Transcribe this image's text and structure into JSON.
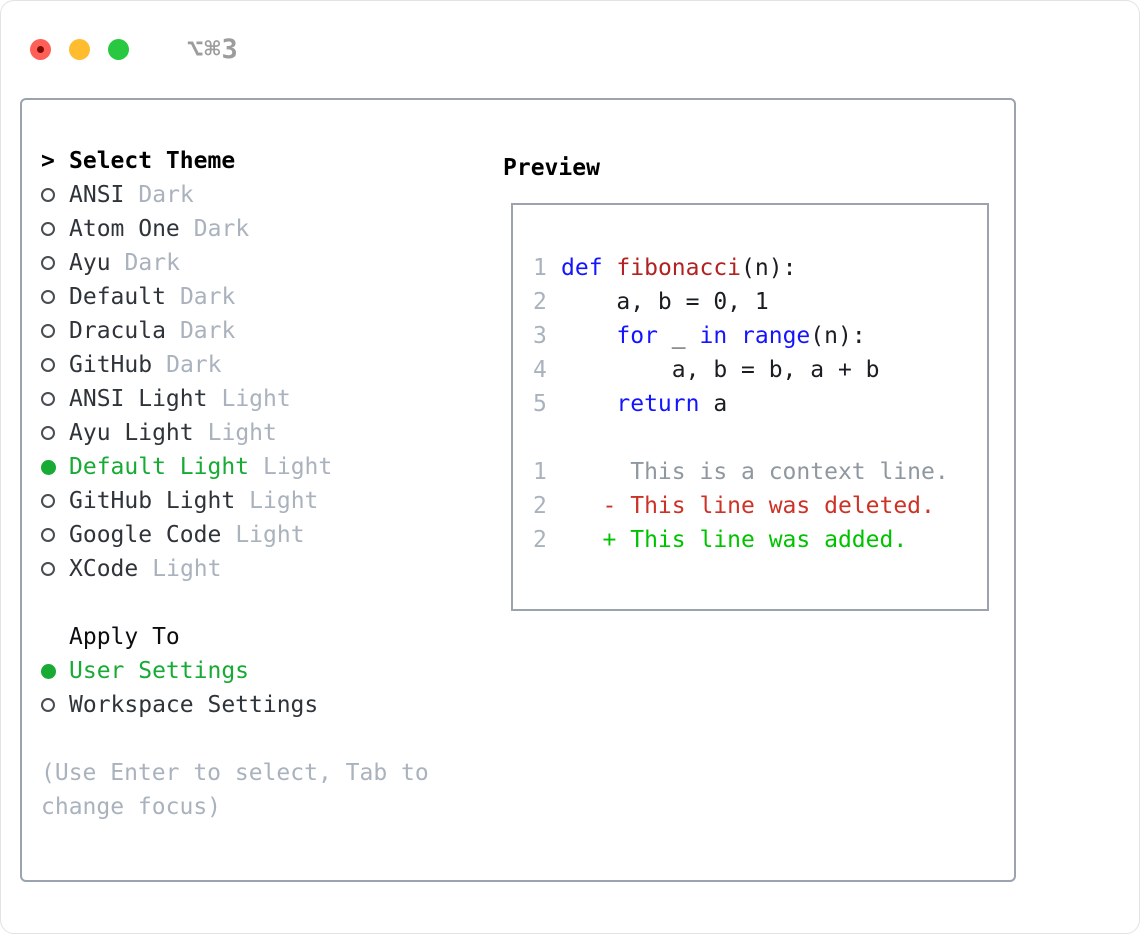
{
  "window": {
    "title": "⌥⌘3",
    "traffic_lights": {
      "close": "close-button",
      "minimize": "minimize-button",
      "zoom": "zoom-button"
    }
  },
  "theme_list": {
    "header_prefix": ">",
    "header": "Select Theme",
    "items": [
      {
        "name": "ANSI",
        "variant": "Dark",
        "selected": false
      },
      {
        "name": "Atom One",
        "variant": "Dark",
        "selected": false
      },
      {
        "name": "Ayu",
        "variant": "Dark",
        "selected": false
      },
      {
        "name": "Default",
        "variant": "Dark",
        "selected": false
      },
      {
        "name": "Dracula",
        "variant": "Dark",
        "selected": false
      },
      {
        "name": "GitHub",
        "variant": "Dark",
        "selected": false
      },
      {
        "name": "ANSI Light",
        "variant": "Light",
        "selected": false
      },
      {
        "name": "Ayu Light",
        "variant": "Light",
        "selected": false
      },
      {
        "name": "Default Light",
        "variant": "Light",
        "selected": true
      },
      {
        "name": "GitHub Light",
        "variant": "Light",
        "selected": false
      },
      {
        "name": "Google Code",
        "variant": "Light",
        "selected": false
      },
      {
        "name": "XCode",
        "variant": "Light",
        "selected": false
      }
    ]
  },
  "apply_to": {
    "header": "Apply To",
    "options": [
      {
        "name": "User Settings",
        "selected": true
      },
      {
        "name": "Workspace Settings",
        "selected": false
      }
    ]
  },
  "hint": "(Use Enter to select, Tab to change focus)",
  "preview": {
    "header": "Preview",
    "code_lines": [
      {
        "num": "1",
        "segments": [
          {
            "t": "def",
            "c": "keyword"
          },
          {
            "t": " ",
            "c": "plain"
          },
          {
            "t": "fibonacci",
            "c": "function"
          },
          {
            "t": "(n):",
            "c": "plain"
          }
        ]
      },
      {
        "num": "2",
        "segments": [
          {
            "t": "    a, b = 0, 1",
            "c": "plain"
          }
        ]
      },
      {
        "num": "3",
        "segments": [
          {
            "t": "    ",
            "c": "plain"
          },
          {
            "t": "for",
            "c": "keyword"
          },
          {
            "t": " _ ",
            "c": "plain"
          },
          {
            "t": "in",
            "c": "keyword"
          },
          {
            "t": " ",
            "c": "plain"
          },
          {
            "t": "range",
            "c": "keyword"
          },
          {
            "t": "(n):",
            "c": "plain"
          }
        ]
      },
      {
        "num": "4",
        "segments": [
          {
            "t": "        a, b = b, a + b",
            "c": "plain"
          }
        ]
      },
      {
        "num": "5",
        "segments": [
          {
            "t": "    ",
            "c": "plain"
          },
          {
            "t": "return",
            "c": "keyword"
          },
          {
            "t": " a",
            "c": "plain"
          }
        ]
      }
    ],
    "diff_lines": [
      {
        "num": "1",
        "segments": [
          {
            "t": "     This is a context line.",
            "c": "context"
          }
        ]
      },
      {
        "num": "2",
        "segments": [
          {
            "t": "   - This line was deleted.",
            "c": "deleted"
          }
        ]
      },
      {
        "num": "2",
        "segments": [
          {
            "t": "   + This line was added.",
            "c": "added"
          }
        ]
      }
    ]
  },
  "colors": {
    "border": "#9aa3ae",
    "dim": "#a9b2bd",
    "linenum": "#a9b2bd",
    "context": "#8f979f",
    "green": "#17ab35",
    "added": "#00c300",
    "deleted": "#cd3226",
    "keyword": "#1414ff",
    "function": "#b22222",
    "plain": "#1a1d21",
    "ring": "#494e54",
    "title_gray": "#9c9c9c",
    "light_red": "#ff5f57",
    "light_yellow": "#febc2e",
    "light_green": "#28c840"
  }
}
